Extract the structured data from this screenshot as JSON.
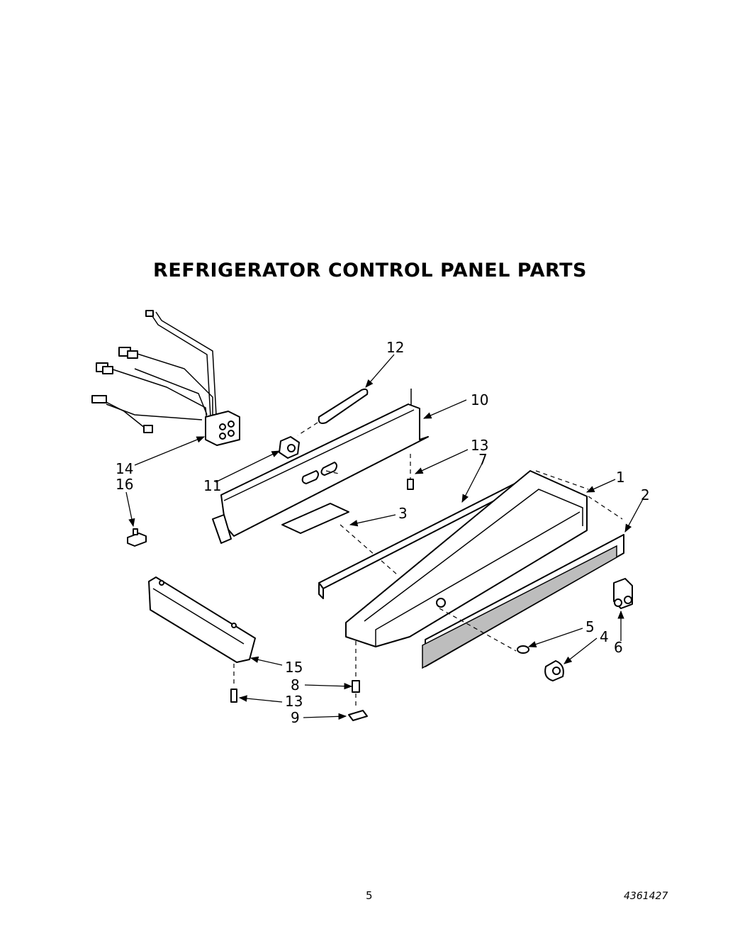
{
  "title": "REFRIGERATOR CONTROL PANEL PARTS",
  "page_number": "5",
  "document_code": "4361427",
  "callouts": {
    "c1": "1",
    "c2": "2",
    "c3": "3",
    "c4": "4",
    "c5": "5",
    "c6": "6",
    "c7": "7",
    "c8": "8",
    "c9": "9",
    "c10": "10",
    "c11": "11",
    "c12": "12",
    "c13a": "13",
    "c13b": "13",
    "c14": "14",
    "c15": "15",
    "c16": "16"
  }
}
